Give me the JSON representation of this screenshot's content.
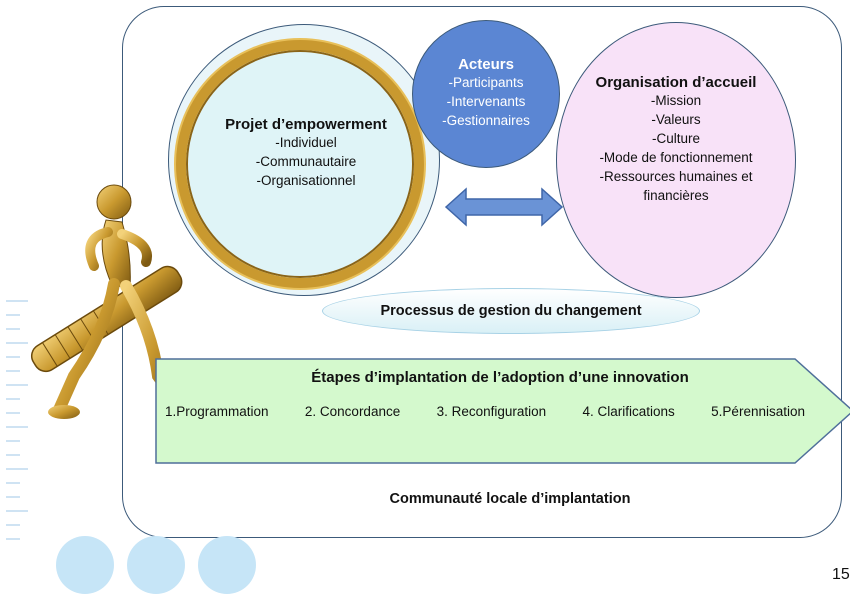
{
  "projet": {
    "title": "Projet d’empowerment",
    "items": [
      "-Individuel",
      "-Communautaire",
      "-Organisationnel"
    ]
  },
  "acteurs": {
    "title": "Acteurs",
    "items": [
      "-Participants",
      "-Intervenants",
      "-Gestionnaires"
    ]
  },
  "organisation": {
    "title": "Organisation d’accueil",
    "items": [
      "-Mission",
      "-Valeurs",
      "-Culture",
      "-Mode de fonctionnement",
      "-Ressources humaines et",
      "financières"
    ]
  },
  "processus": "Processus de gestion du changement",
  "etapes": {
    "title": "Étapes d’implantation de l’adoption d’une  innovation",
    "steps": [
      "1.Programmation",
      "2. Concordance",
      "3. Reconfiguration",
      "4. Clarifications",
      "5.Pérennisation"
    ]
  },
  "communaute": "Communauté locale d’implantation",
  "page_number": "15",
  "colors": {
    "acteurs_fill": "#5b86d3",
    "organisation_fill": "#f8e2f8",
    "projet_fill": "#dff4f7",
    "etapes_fill": "#d4f9cd",
    "arrow_fill": "#6a93d6",
    "magnifier_gold": "#c9992f"
  }
}
